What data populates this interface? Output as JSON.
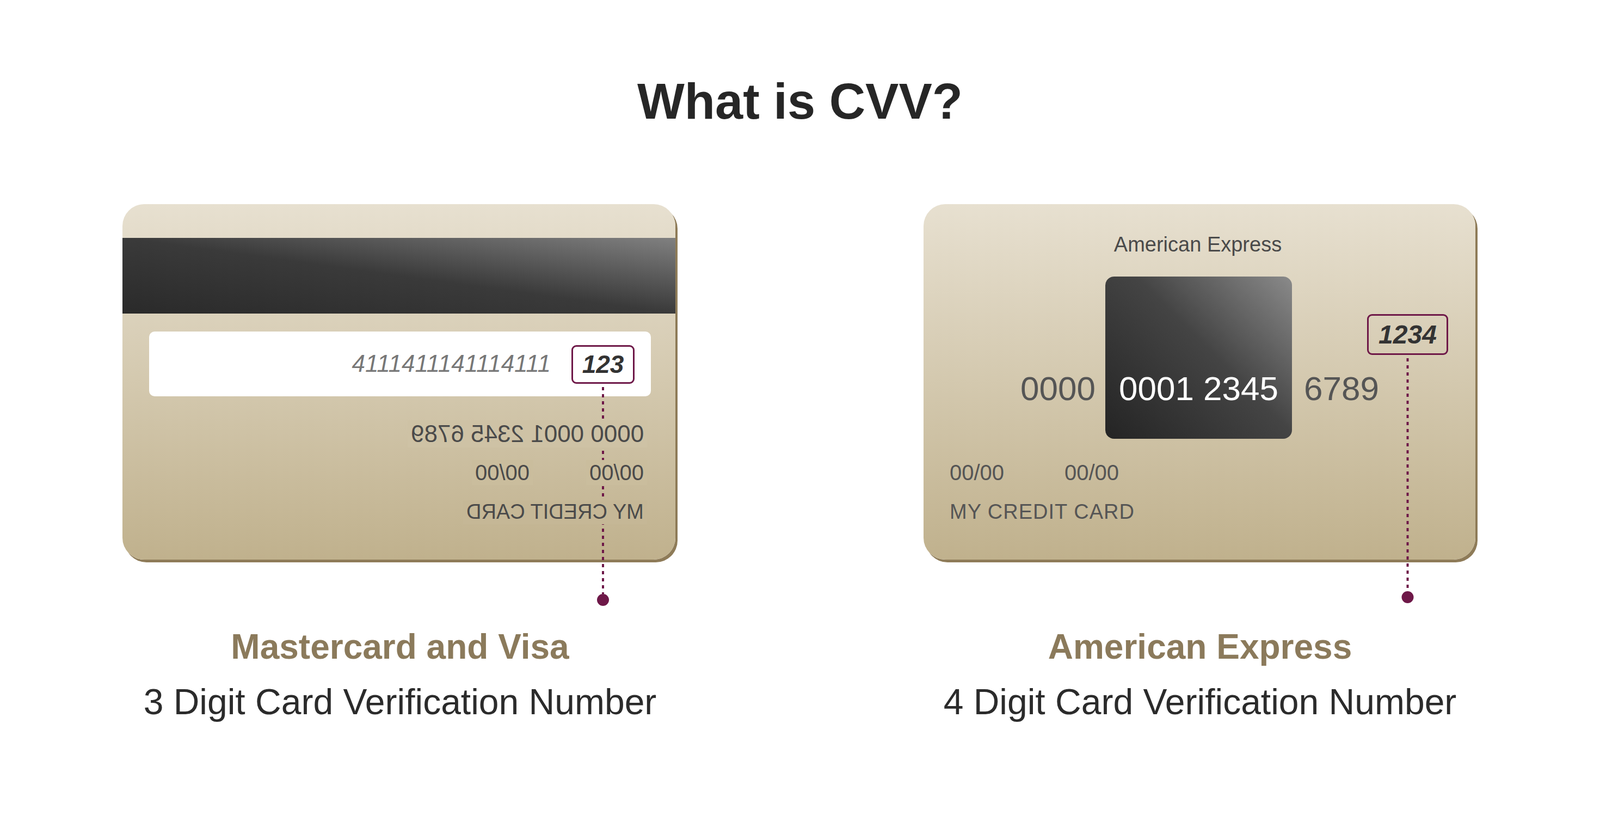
{
  "diagram": {
    "title": "What is CVV?",
    "nodes": [
      {
        "text": [
          "0000 0001 2345 6789",
          "00/00",
          "00/00",
          "MY CREDIT CARD"
        ]
      },
      {
        "text": [
          "4111411141114111"
        ],
        "in": 0
      },
      {
        "text": [
          "123"
        ],
        "in": 1
      },
      {
        "text": [
          "American Express",
          "0000",
          "6789",
          "00/00",
          "00/00",
          "MY CREDIT CARD"
        ]
      },
      {
        "text": [
          "0001 2345"
        ],
        "in": 3
      },
      {
        "text": [
          "1234"
        ],
        "in": 3
      }
    ],
    "labels": [
      "Mastercard and Visa",
      "3 Digit Card Verification Number",
      "American Express",
      "4 Digit Card Verification Number"
    ]
  }
}
